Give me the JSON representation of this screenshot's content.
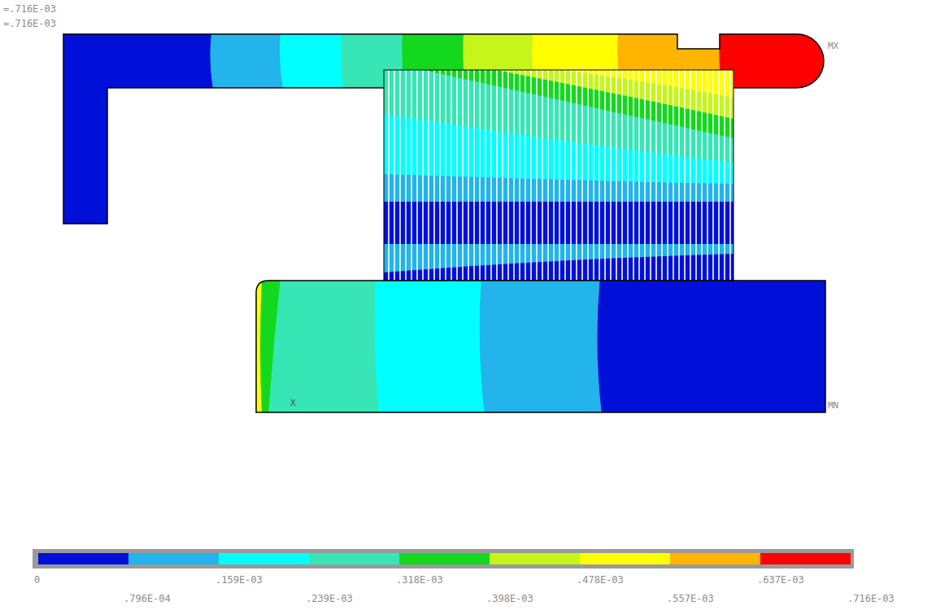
{
  "diagram": {
    "labels": [
      "=.716E-03",
      "=.716E-03",
      "MX",
      "MN",
      "X",
      "0",
      ".796E-04",
      ".159E-03",
      ".239E-03",
      ".318E-03",
      ".398E-03",
      ".478E-03",
      ".557E-03",
      ".637E-03",
      ".716E-03"
    ]
  }
}
